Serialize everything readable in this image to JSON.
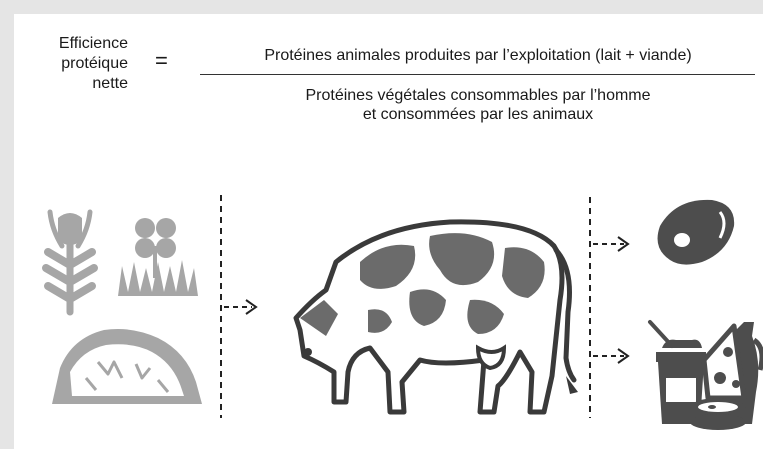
{
  "formula": {
    "lhs_lines": [
      "Efficience",
      "protéique",
      "nette"
    ],
    "equals": "=",
    "numerator": "Protéines animales produites par l’exploitation (lait + viande)",
    "denominator_lines": [
      "Protéines végétales consommables par l’homme",
      "et consommées par les animaux"
    ]
  },
  "icons": {
    "inputs": [
      "corn-icon",
      "clover-grass-icon",
      "hay-pile-icon"
    ],
    "animal": "cow-icon",
    "outputs": [
      "meat-icon",
      "dairy-products-icon"
    ]
  },
  "colors": {
    "inputs_gray": "#a6a6a6",
    "outputs_dark": "#4d4d4d",
    "cow_outline": "#3a3a3a",
    "cow_spots": "#6b6b6b"
  }
}
